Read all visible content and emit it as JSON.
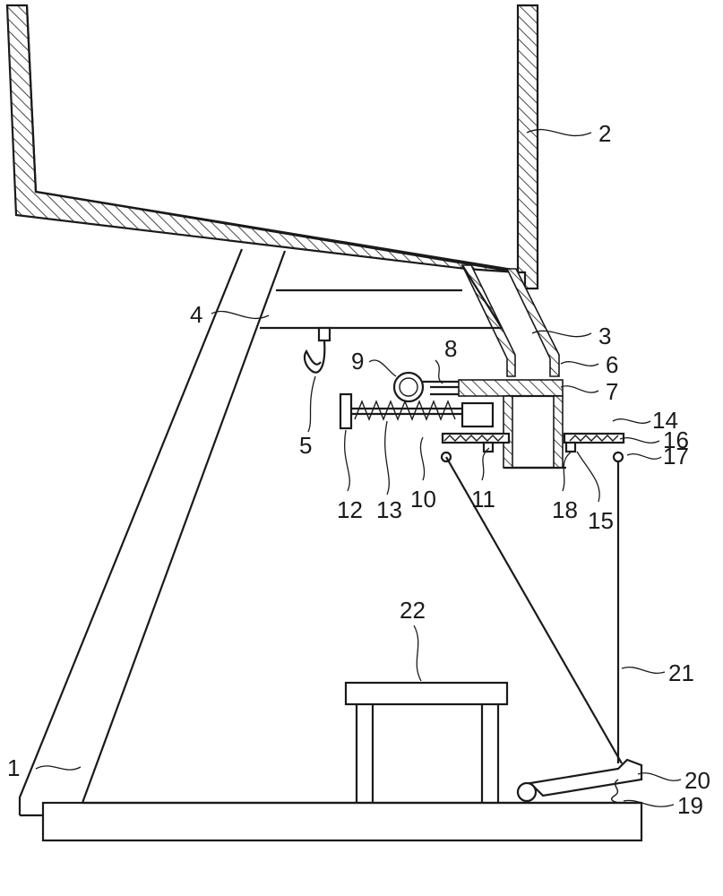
{
  "labels": {
    "l1": "1",
    "l2": "2",
    "l3": "3",
    "l4": "4",
    "l5": "5",
    "l6": "6",
    "l7": "7",
    "l8": "8",
    "l9": "9",
    "l10": "10",
    "l11": "11",
    "l12": "12",
    "l13": "13",
    "l14": "14",
    "l15": "15",
    "l16": "16",
    "l17": "17",
    "l18": "18",
    "l19": "19",
    "l20": "20",
    "l21": "21",
    "l22": "22"
  },
  "colors": {
    "line": "#1a1a1a",
    "background": "#ffffff"
  }
}
